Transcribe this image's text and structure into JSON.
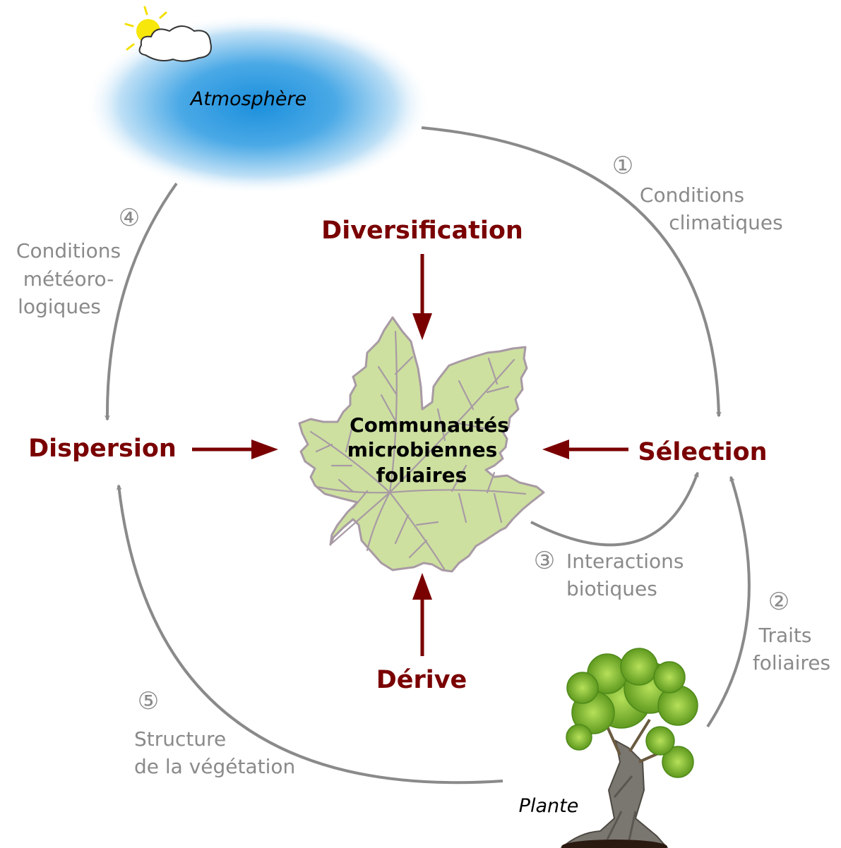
{
  "colors": {
    "process": "#7a0000",
    "factor": "#8a8a8a",
    "leaf_fill": "#cde0a0",
    "leaf_stroke": "#a89aa4",
    "sky": "#2f9be0",
    "sun": "#f2e000"
  },
  "icons": [
    "sun-cloud-icon",
    "vine-leaf-icon",
    "vine-plant-icon"
  ],
  "center": {
    "line1": "Communautés",
    "line2": "microbiennes",
    "line3": "foliaires"
  },
  "processes": {
    "diversification": "Diversification",
    "dispersion": "Dispersion",
    "selection": "Sélection",
    "drift": "Dérive"
  },
  "compartments": {
    "atmosphere": "Atmosphère",
    "plant": "Plante"
  },
  "factors": [
    {
      "num": "①",
      "lines": [
        "Conditions",
        "climatiques"
      ]
    },
    {
      "num": "②",
      "lines": [
        "Traits",
        "foliaires"
      ]
    },
    {
      "num": "③",
      "lines": [
        "Interactions",
        "biotiques"
      ]
    },
    {
      "num": "④",
      "lines": [
        "Conditions",
        "météoro-",
        "logiques"
      ]
    },
    {
      "num": "⑤",
      "lines": [
        "Structure",
        "de la végétation"
      ]
    }
  ]
}
